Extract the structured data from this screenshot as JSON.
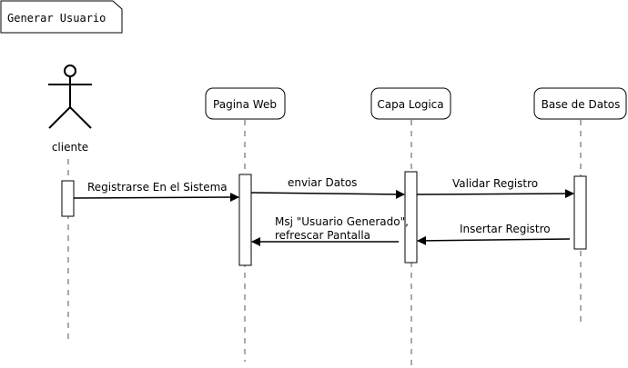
{
  "frame": {
    "label": "Generar Usuario"
  },
  "actor": {
    "name": "cliente"
  },
  "participants": [
    {
      "id": "pagina-web",
      "label": "Pagina Web"
    },
    {
      "id": "capa-logica",
      "label": "Capa Logica"
    },
    {
      "id": "base-de-datos",
      "label": "Base de Datos"
    }
  ],
  "messages": [
    {
      "from": "cliente",
      "to": "pagina-web",
      "label": "Registrarse En el Sistema"
    },
    {
      "from": "pagina-web",
      "to": "capa-logica",
      "label": "enviar Datos"
    },
    {
      "from": "capa-logica",
      "to": "base-de-datos",
      "label": "Validar Registro"
    },
    {
      "from": "base-de-datos",
      "to": "capa-logica",
      "label": "Insertar Registro"
    },
    {
      "from": "capa-logica",
      "to": "pagina-web",
      "label_lines": [
        "Msj \"Usuario Generado\",",
        "refrescar Pantalla"
      ]
    }
  ]
}
